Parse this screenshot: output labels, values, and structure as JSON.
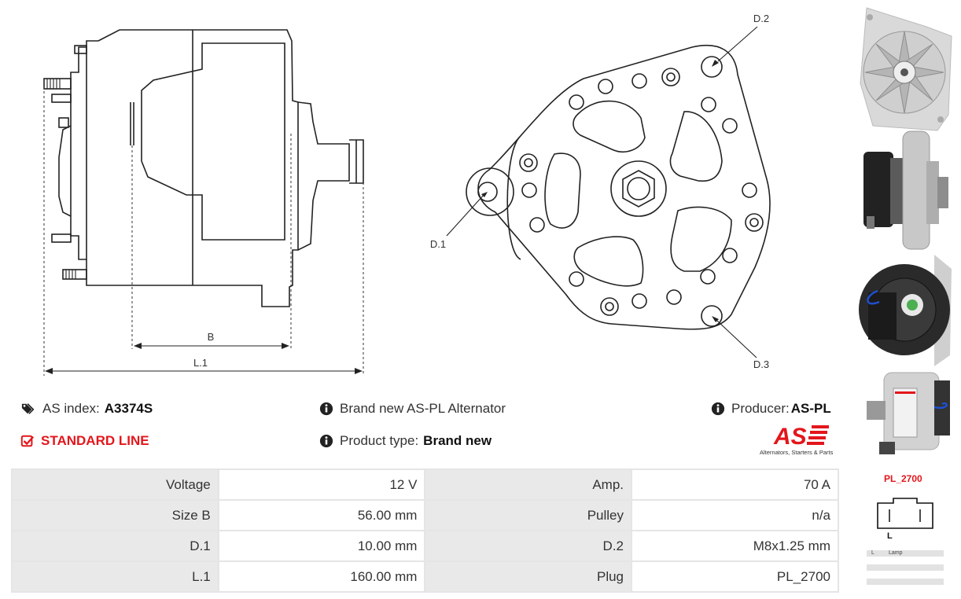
{
  "diagram": {
    "dim_b": "B",
    "dim_l1": "L.1",
    "dim_d1": "D.1",
    "dim_d2": "D.2",
    "dim_d3": "D.3"
  },
  "info": {
    "as_index_label": "AS index:",
    "as_index_value": "A3374S",
    "line_label": "STANDARD LINE",
    "description": "Brand new AS-PL Alternator",
    "product_type_label": "Product type:",
    "product_type_value": "Brand new",
    "producer_label": "Producer:",
    "producer_value": "AS-PL"
  },
  "logo": {
    "mark": "AS",
    "tagline": "Alternators, Starters & Parts"
  },
  "specs": [
    {
      "k1": "Voltage",
      "v1": "12 V",
      "k2": "Amp.",
      "v2": "70 A"
    },
    {
      "k1": "Size B",
      "v1": "56.00 mm",
      "k2": "Pulley",
      "v2": "n/a"
    },
    {
      "k1": "D.1",
      "v1": "10.00 mm",
      "k2": "D.2",
      "v2": "M8x1.25 mm"
    },
    {
      "k1": "L.1",
      "v1": "160.00 mm",
      "k2": "Plug",
      "v2": "PL_2700"
    }
  ],
  "plug": {
    "title": "PL_2700",
    "pin_label": "L",
    "legend_key": "L",
    "legend_value": "Lamp"
  },
  "icons": [
    "tags-icon",
    "checkbox-icon",
    "info-circle-icon"
  ],
  "colors": {
    "accent_red": "#e3161b",
    "table_key_bg": "#e9e9e9",
    "line": "#222222"
  }
}
